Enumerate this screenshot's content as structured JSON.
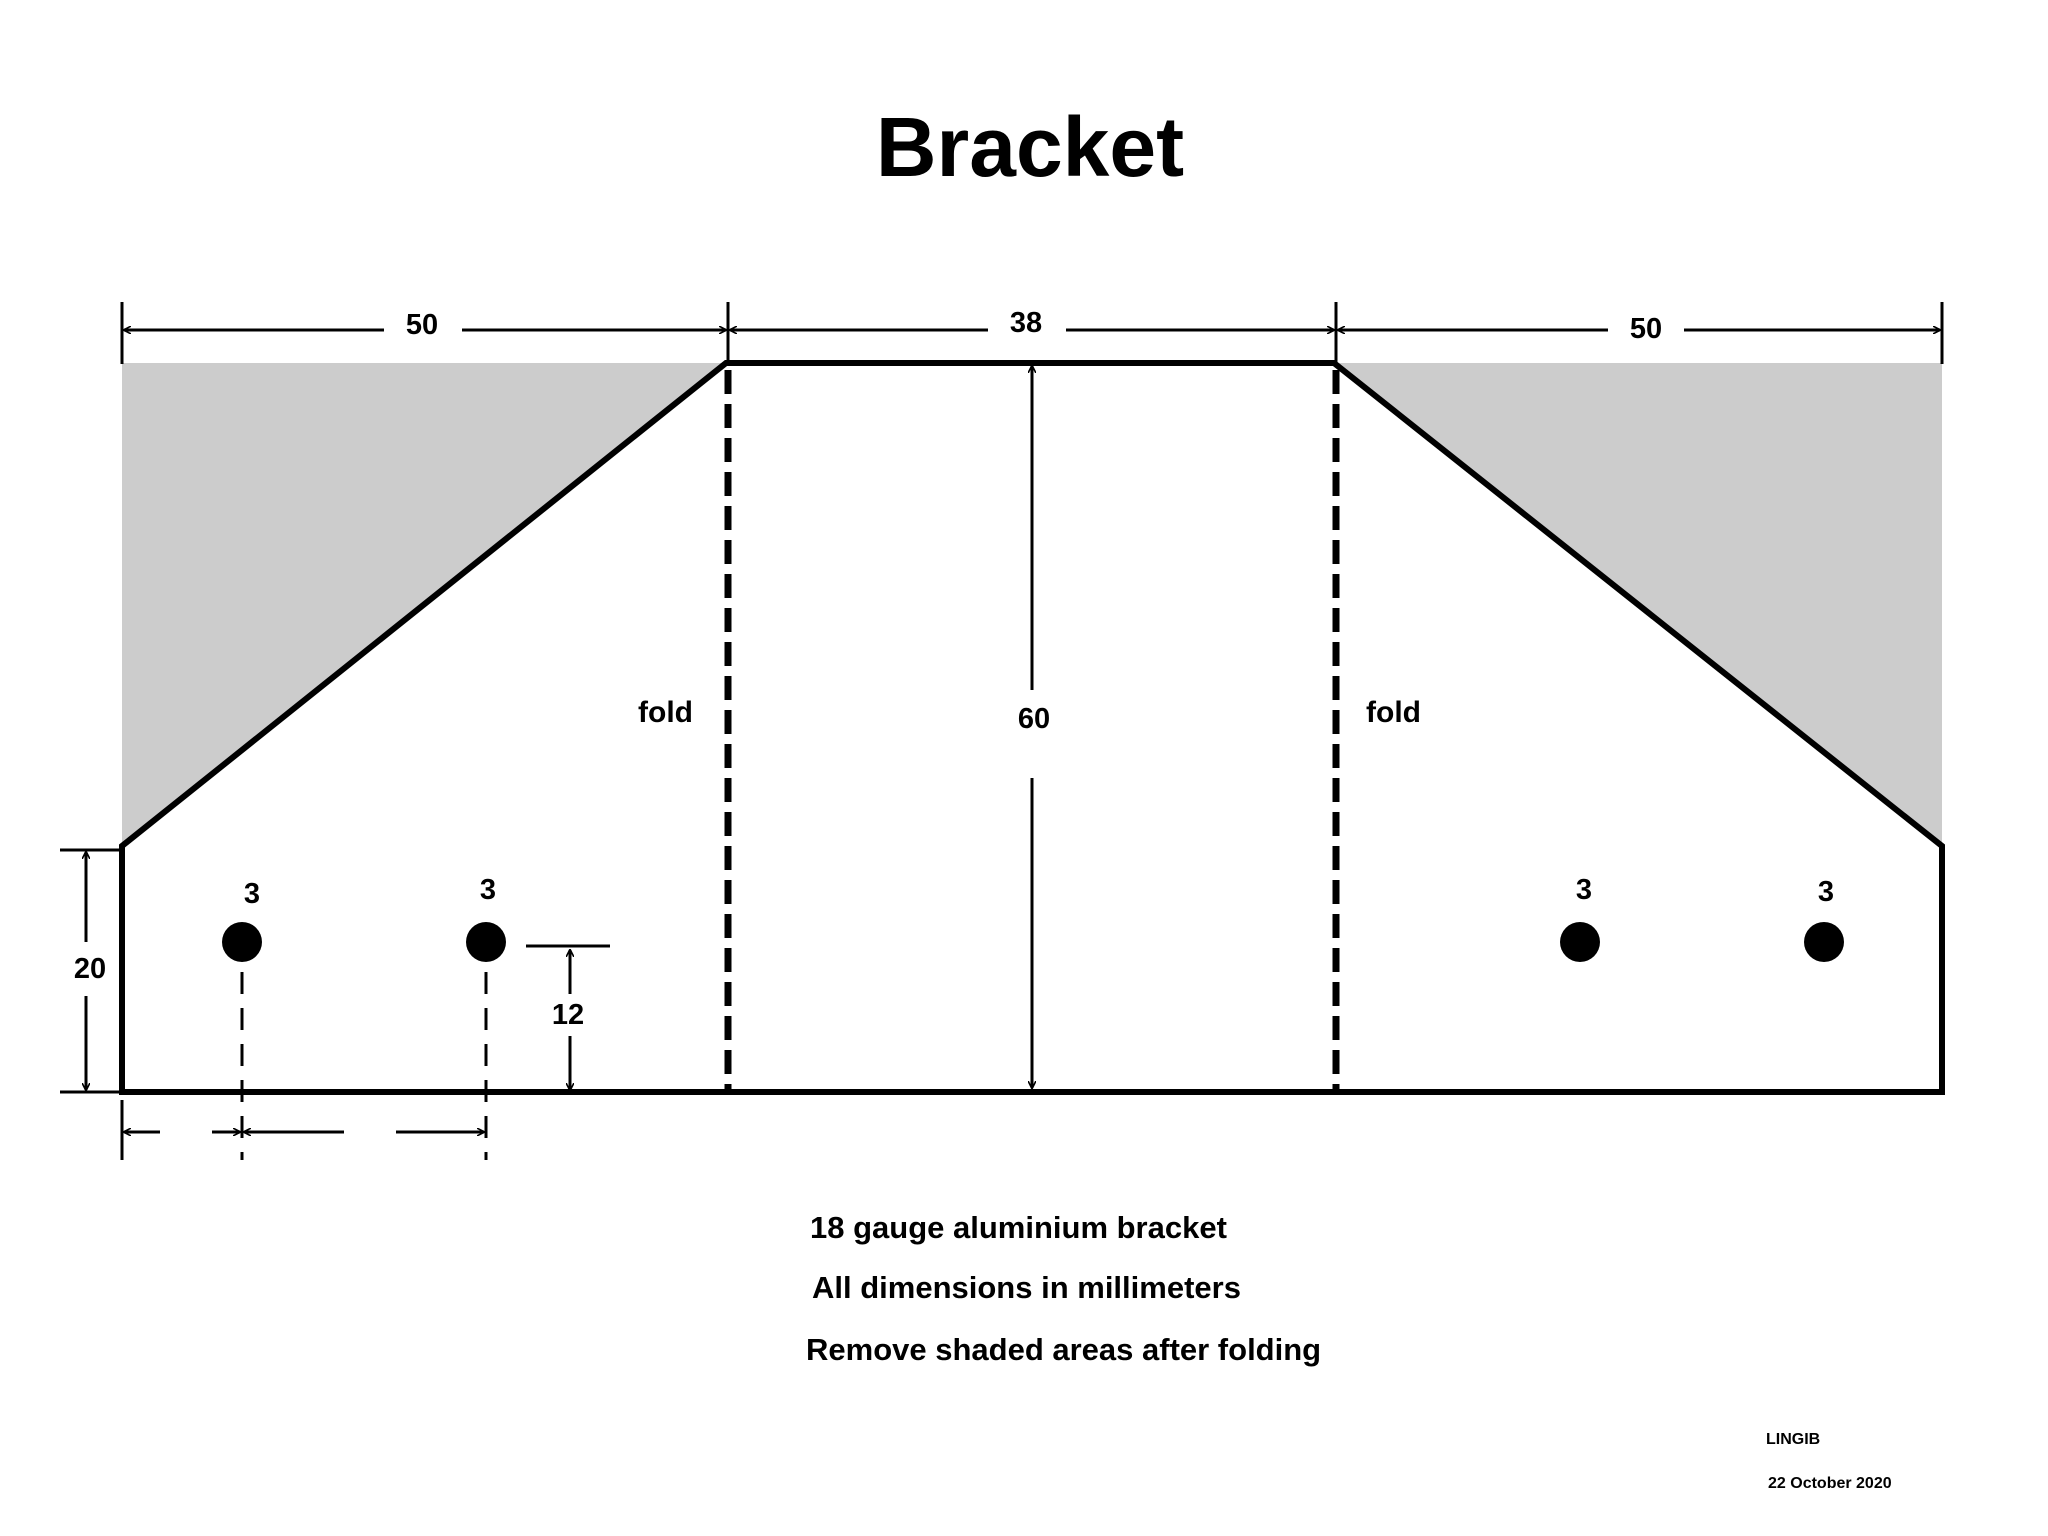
{
  "title": "Bracket",
  "dimensions": {
    "left_width": "50",
    "center_width": "38",
    "right_width": "50",
    "height": "60",
    "tab_height": "20",
    "hole_height": "12"
  },
  "fold_labels": {
    "left": "fold",
    "right": "fold"
  },
  "hole_sizes": [
    "3",
    "3",
    "3",
    "3"
  ],
  "notes": [
    "18 gauge aluminium bracket",
    "All dimensions in millimeters",
    "Remove shaded areas after folding"
  ],
  "author": "LINGIB",
  "date": "22 October 2020",
  "colors": {
    "shade": "#cccccc",
    "line": "#000000",
    "background": "#ffffff"
  }
}
